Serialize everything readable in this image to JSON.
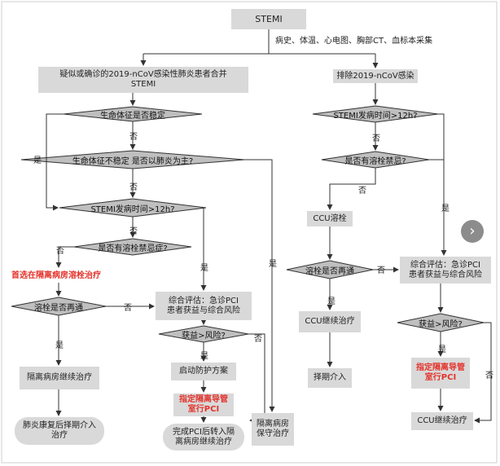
{
  "nodes": {
    "stemi": "STEMI",
    "collect": "病史、体温、心电图、胸部CT、血标本采集",
    "suspected": "疑似或确诊的2019-nCoV感染性肺炎患者合并STEMI",
    "excluded": "排除2019-nCoV感染",
    "vital_stable": "生命体征是否稳定",
    "vital_unstable": "生命体征不稳定 是否以肺炎为主?",
    "onset_left": "STEMI发病时间>12h?",
    "contra_left": "是否有溶栓禁忌症?",
    "prefer_thromb": "首选在隔离病房溶栓治疗",
    "reperf_left": "溶栓是否再通",
    "iso_continue": "隔离病房继续治疗",
    "recover": "肺炎康复后择期介入治疗",
    "eval_left": "综合评估：急诊PCI 患者获益与综合风险",
    "benefit_left": "获益>风险?",
    "protect": "启动防护方案",
    "cathlab_left": "指定隔离导管室行PCI",
    "pci_done": "完成PCI后转入隔离病房继续治疗",
    "iso_conserve": "隔离病房保守治疗",
    "onset_right": "STEMI发病时间>12h?",
    "contra_right": "是否有溶栓禁忌?",
    "ccu_thromb": "CCU溶栓",
    "reperf_right": "溶栓是否再通",
    "ccu_cont": "CCU继续治疗",
    "elective": "择期介入",
    "eval_right": "综合评估：急诊PCI 患者获益与综合风险",
    "benefit_right": "获益>风险?",
    "cathlab_right": "指定隔离导管室行PCI",
    "ccu_cont2": "CCU继续治疗"
  },
  "labels": {
    "yes": "是",
    "no": "否"
  },
  "colors": {
    "box_fill": "#d9d9d9",
    "diamond_fill": "#bfbfbf",
    "line": "#333333",
    "highlight_red": "#e4322b"
  },
  "icons": {
    "next": "chevron-right-icon"
  }
}
